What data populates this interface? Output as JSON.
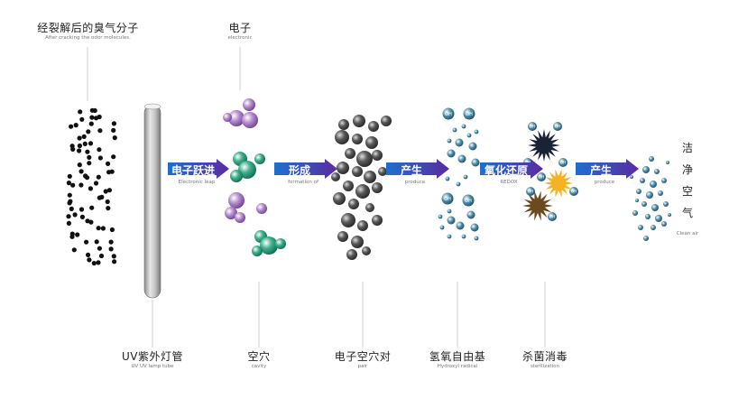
{
  "top_labels": {
    "odor": {
      "zh": "经裂解后的臭气分子",
      "en": "After cracking the odor molecules."
    },
    "electron": {
      "zh": "电子",
      "en": "electronic"
    }
  },
  "arrows": [
    {
      "zh": "电子跃进",
      "en": "Electronic leap"
    },
    {
      "zh": "形成",
      "en": "formation of"
    },
    {
      "zh": "产生",
      "en": "produce"
    },
    {
      "zh": "氧化还原",
      "en": "REDOX"
    },
    {
      "zh": "产生",
      "en": "produce"
    }
  ],
  "bottom_labels": [
    {
      "zh": "UV紫外灯管",
      "en": "UV UV lamp tube"
    },
    {
      "zh": "空穴",
      "en": "cavity"
    },
    {
      "zh": "电子空穴对",
      "en": "pair"
    },
    {
      "zh": "氢氧自由基",
      "en": "Hydroxyl radical"
    },
    {
      "zh": "杀菌消毒",
      "en": "sterilization"
    }
  ],
  "clean_air": {
    "chars": [
      "洁",
      "净",
      "空",
      "气"
    ],
    "en": "Clean air"
  },
  "radical_label": "OH",
  "colors": {
    "arrow_start": "#1f6fd1",
    "arrow_end": "#5a2ba0",
    "electron": "#8f5fb0",
    "cavity": "#1f8a6b",
    "pair": "#4d4d4d",
    "radical": "#3d7a95",
    "virus_dark": "#1a2236",
    "virus_yellow": "#f3b323",
    "virus_brown": "#6b4a1f"
  }
}
